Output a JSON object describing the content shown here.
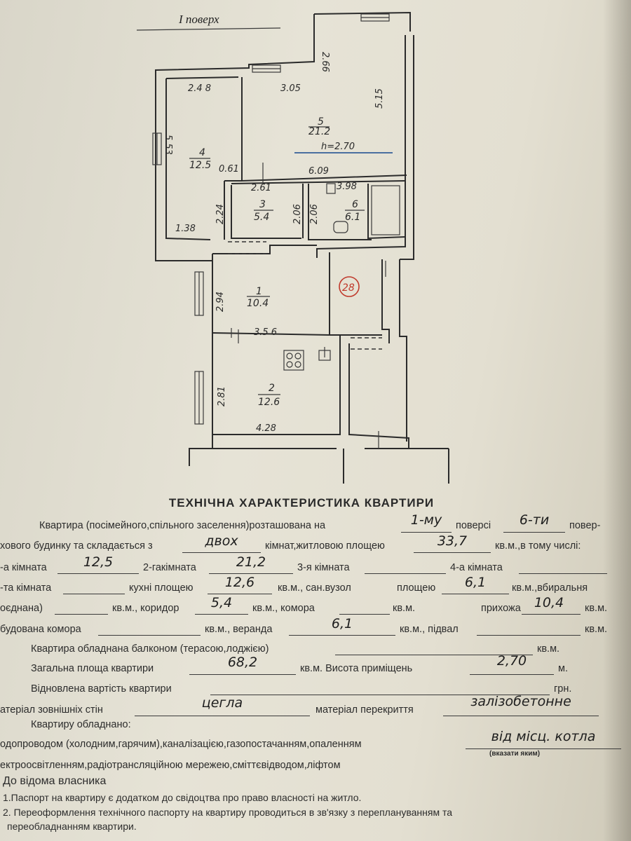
{
  "plan": {
    "floor_title": "I поверх",
    "dims": {
      "d266": "2.66",
      "d248": "2.4 8",
      "d305": "3.05",
      "d515": "5.15",
      "d533": "5.53",
      "d061": "0.61",
      "d609": "6.09",
      "d261": "2.61",
      "d398": "3.98",
      "d224": "2.24",
      "d206a": "2.06",
      "d206b": "2.06",
      "d138": "1.38",
      "d294": "2.94",
      "d356": "3.5 6",
      "d281": "2.81",
      "d428": "4.28",
      "height": "h=2.70"
    },
    "rooms": [
      {
        "num": "5",
        "area": "21.2"
      },
      {
        "num": "4",
        "area": "12.5"
      },
      {
        "num": "3",
        "area": "5.4"
      },
      {
        "num": "6",
        "area": "6.1"
      },
      {
        "num": "1",
        "area": "10.4"
      },
      {
        "num": "2",
        "area": "12.6"
      }
    ],
    "stamp": "28"
  },
  "doc": {
    "heading": "ТЕХНІЧНА ХАРАКТЕРИСТИКА КВАРТИРИ",
    "r1": {
      "a": "Квартира (посімейного,спільного заселення)розташована на",
      "b": "поверсі",
      "c": "повер-",
      "v1": "1-му",
      "v2": "6-ти"
    },
    "r2": {
      "a": "хового будинку та складається з",
      "b": "кімнат,житловою площею",
      "c": "кв.м.,в тому числі:",
      "v1": "двох",
      "v2": "33,7"
    },
    "r3": {
      "a": "-а кімната",
      "b": "2-гакімната",
      "c": "3-я кімната",
      "d": "4-а кімната",
      "v1": "12,5",
      "v2": "21,2"
    },
    "r4": {
      "a": "-та кімната",
      "b": "кухні площею",
      "c": "кв.м.,  сан.вузол",
      "d": "площею",
      "e": "кв.м.,вбиральня",
      "v1": "12,6",
      "v2": "6,1"
    },
    "r5": {
      "a": "оєднана)",
      "b": "кв.м., коридор",
      "c": "кв.м., комора",
      "d": "кв.м.",
      "e": "прихожа",
      "f": "кв.м.",
      "v1": "5,4",
      "v2": "10,4"
    },
    "r6": {
      "a": "будована комора",
      "b": "кв.м., веранда",
      "c": "кв.м., підвал",
      "d": "кв.м.",
      "v1": "6,1"
    },
    "r7": {
      "a": "Квартира обладнана балконом (терасою,лоджією)",
      "b": "кв.м."
    },
    "r8": {
      "a": "Загальна площа квартири",
      "b": "кв.м. Висота приміщень",
      "c": "м.",
      "v1": "68,2",
      "v2": "2,70"
    },
    "r9": {
      "a": "Відновлена вартість квартири",
      "b": "грн."
    },
    "r10": {
      "a": "атеріал зовнішніх стін",
      "b": "матеріал перекриття",
      "v1": "цегла",
      "v2": "залізобетонне"
    },
    "r11": {
      "a": "Квартиру обладнано:"
    },
    "r12": {
      "a": "одопроводом (холодним,гарячим),каналізацією,газопостачанням,опаленням",
      "v1": "від  місц. котла",
      "note": "(вказати яким)"
    },
    "r13": {
      "a": "ектроосвітленням,радіотрансляційною мережею,сміттєвідводом,ліфтом"
    },
    "owner": "До відома власника",
    "note1": "1.Паспорт на квартиру є додатком до свідоцтва про право власності на житло.",
    "note2a": "2. Переоформлення технічного паспорту на квартиру проводиться в зв'язку з переплануванням та",
    "note2b": "переобладнанням квартири."
  }
}
